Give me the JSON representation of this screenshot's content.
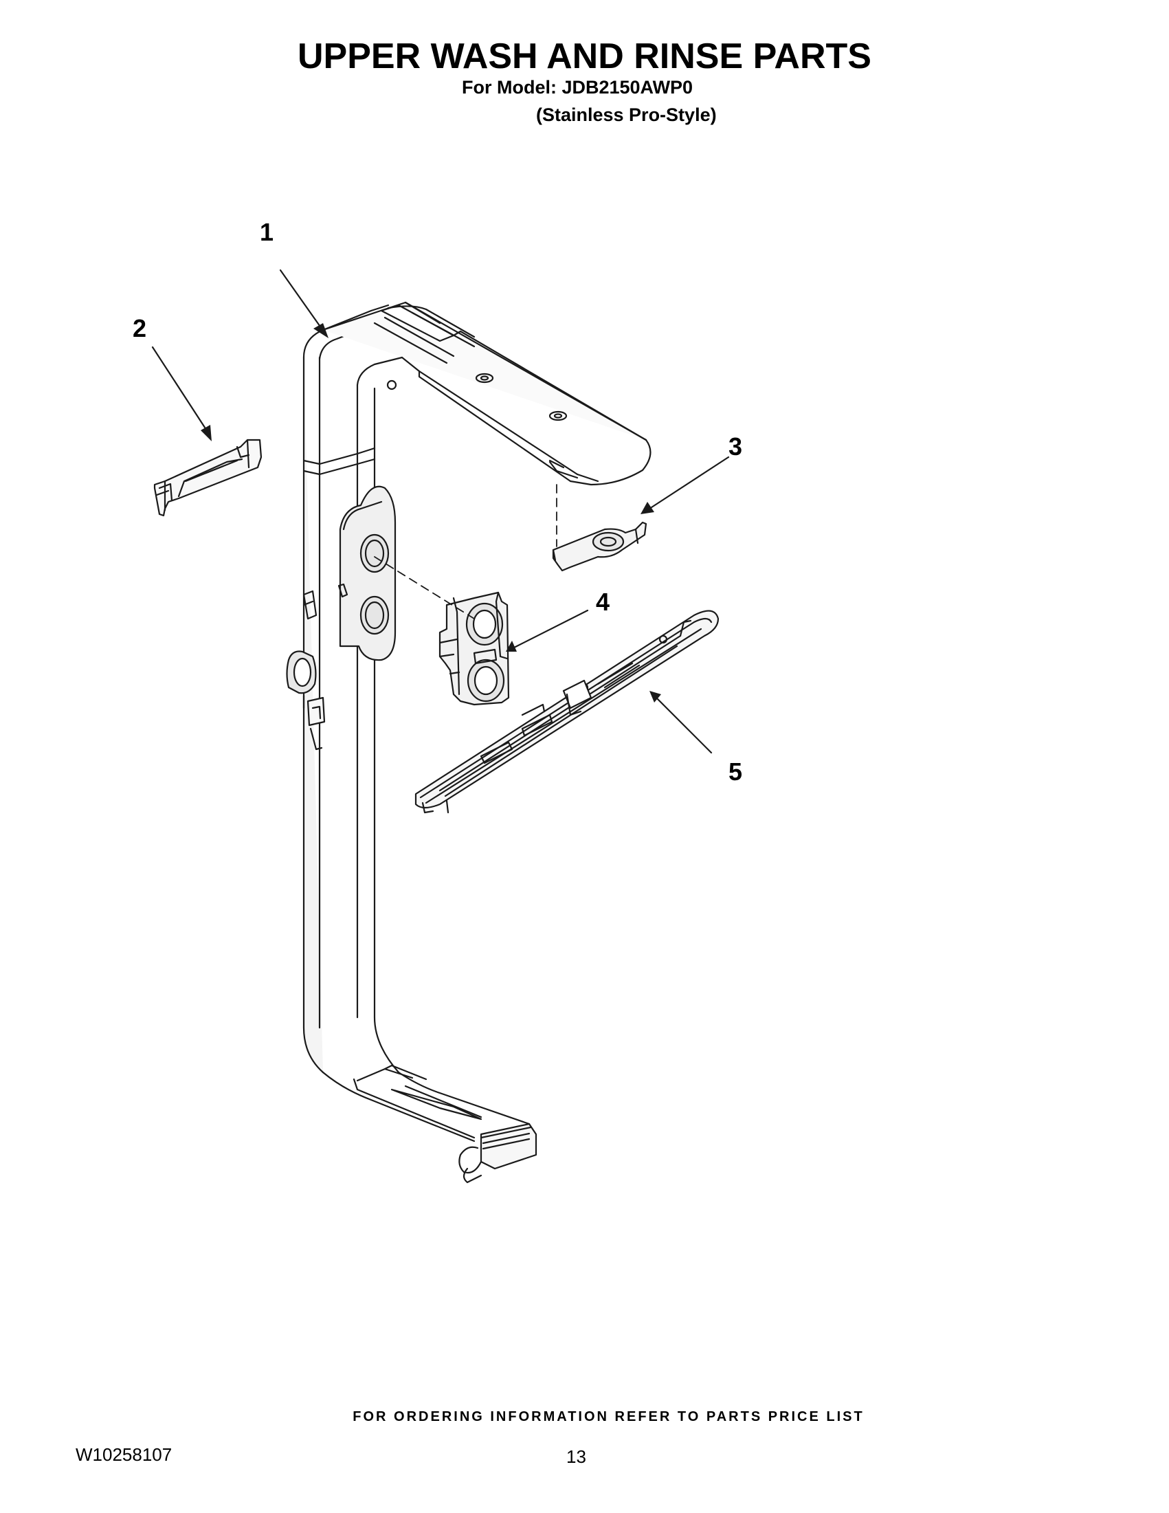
{
  "header": {
    "title": "UPPER WASH AND RINSE PARTS",
    "model_line": "For Model: JDB2150AWP0",
    "variant_line": "(Stainless Pro-Style)"
  },
  "callouts": [
    "1",
    "2",
    "3",
    "4",
    "5"
  ],
  "footer": {
    "ordering_note": "FOR ORDERING INFORMATION REFER TO PARTS PRICE LIST",
    "document_number": "W10258107",
    "page_number": "13"
  }
}
